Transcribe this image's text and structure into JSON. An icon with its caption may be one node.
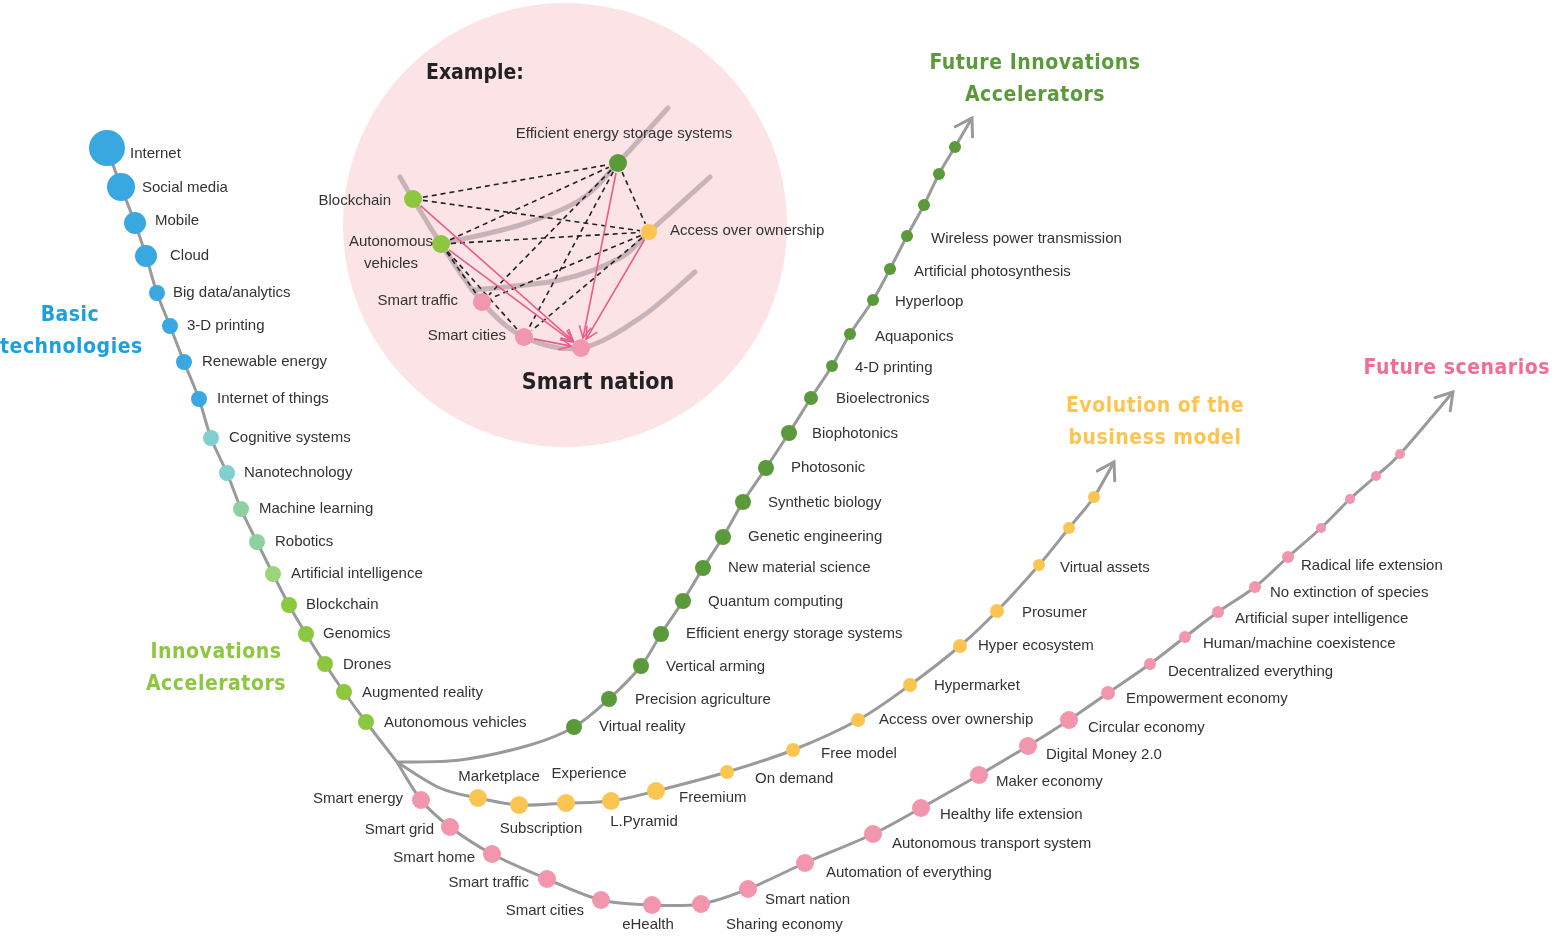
{
  "diagram": {
    "nodes": [
      {
        "text": [
          "Example:"
        ]
      },
      {
        "text": [],
        "shape": "circle",
        "in": 0,
        "beside": [
          "Efficient energy storage systems"
        ]
      },
      {
        "text": [],
        "shape": "circle",
        "in": 0,
        "beside": [
          "Blockchain"
        ]
      },
      {
        "text": [],
        "shape": "circle",
        "in": 0,
        "beside": [
          "Access over ownership"
        ]
      },
      {
        "text": [],
        "shape": "circle",
        "in": 0,
        "beside": [
          "Autonomous vehicles"
        ]
      },
      {
        "text": [],
        "shape": "circle",
        "in": 0,
        "beside": [
          "Smart traffic"
        ]
      },
      {
        "text": [],
        "shape": "circle",
        "in": 0,
        "beside": [
          "Smart cities"
        ]
      },
      {
        "text": [],
        "shape": "circle",
        "in": 0,
        "beside": [
          "Smart nation"
        ]
      }
    ],
    "edges": [
      {
        "from": 2,
        "to": 1,
        "arrow": "none",
        "style": "dashed"
      },
      {
        "from": 2,
        "to": 3,
        "arrow": "none",
        "style": "dashed"
      },
      {
        "from": 4,
        "to": 1,
        "arrow": "none",
        "style": "dashed"
      },
      {
        "from": 4,
        "to": 3,
        "arrow": "none",
        "style": "dashed"
      },
      {
        "from": 4,
        "to": 5,
        "arrow": "none",
        "style": "dashed"
      },
      {
        "from": 4,
        "to": 6,
        "arrow": "none",
        "style": "dashed"
      },
      {
        "from": 1,
        "to": 3,
        "arrow": "none",
        "style": "dashed"
      },
      {
        "from": 1,
        "to": 5,
        "arrow": "none",
        "style": "dashed"
      },
      {
        "from": 1,
        "to": 6,
        "arrow": "none",
        "style": "dashed"
      },
      {
        "from": 3,
        "to": 5,
        "arrow": "none",
        "style": "dashed"
      },
      {
        "from": 3,
        "to": 6,
        "arrow": "none",
        "style": "dashed"
      },
      {
        "from": 2,
        "to": 7,
        "arrow": "to",
        "color": "#ec5a8a"
      },
      {
        "from": 4,
        "to": 7,
        "arrow": "to",
        "color": "#ec5a8a"
      },
      {
        "from": 1,
        "to": 7,
        "arrow": "to",
        "color": "#ec5a8a"
      },
      {
        "from": 3,
        "to": 7,
        "arrow": "to",
        "color": "#ec5a8a"
      },
      {
        "from": 6,
        "to": 7,
        "arrow": "to",
        "color": "#ec5a8a"
      }
    ],
    "labels": [
      "Basic technologies",
      "Internet",
      "Social media",
      "Mobile",
      "Cloud",
      "Big data/analytics",
      "3-D printing",
      "Renewable energy",
      "Internet of things",
      "Cognitive systems",
      "Nanotechnology",
      "Machine learning",
      "Robotics",
      "Artificial intelligence",
      "Blockchain",
      "Genomics",
      "Drones",
      "Augmented reality",
      "Autonomous vehicles",
      "Innovations Accelerators",
      "Future Innovations Accelerators",
      "Virtual reality",
      "Precision agriculture",
      "Vertical arming",
      "Efficient energy storage systems",
      "Quantum computing",
      "New material science",
      "Genetic engineering",
      "Synthetic biology",
      "Photosonic",
      "Biophotonics",
      "Bioelectronics",
      "4-D printing",
      "Aquaponics",
      "Hyperloop",
      "Artificial photosynthesis",
      "Wireless power transmission",
      "Evolution of the business model",
      "Marketplace",
      "Subscription",
      "Experience",
      "L.Pyramid",
      "Freemium",
      "On demand",
      "Free model",
      "Access over ownership",
      "Hypermarket",
      "Hyper ecosystem",
      "Prosumer",
      "Virtual assets",
      "Future scenarios",
      "Smart energy",
      "Smart grid",
      "Smart home",
      "Smart traffic",
      "Smart cities",
      "eHealth",
      "Sharing economy",
      "Smart nation",
      "Automation of everything",
      "Autonomous transport system",
      "Healthy life extension",
      "Maker economy",
      "Digital Money 2.0",
      "Circular economy",
      "Empowerment economy",
      "Decentralized everything",
      "Human/machine coexistence",
      "Artificial super intelligence",
      "No extinction of species",
      "Radical life extension"
    ]
  }
}
